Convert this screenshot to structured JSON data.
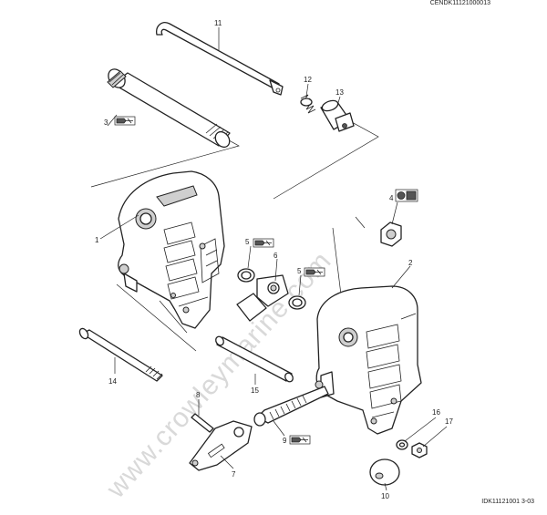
{
  "header": {
    "ref_code": "CENDK11121000013"
  },
  "footer": {
    "ref_code": "IDK11121001 3-03"
  },
  "watermark": {
    "text": "www.crowleymarine.com"
  },
  "callouts": [
    "1",
    "2",
    "3",
    "4",
    "5",
    "5",
    "6",
    "7",
    "8",
    "9",
    "10",
    "11",
    "12",
    "13",
    "14",
    "15",
    "16",
    "17"
  ],
  "icons": [
    "grease-gun-icon",
    "grease-gun-icon",
    "grease-gun-icon",
    "grease-gun-icon",
    "thread-locker-icon"
  ]
}
